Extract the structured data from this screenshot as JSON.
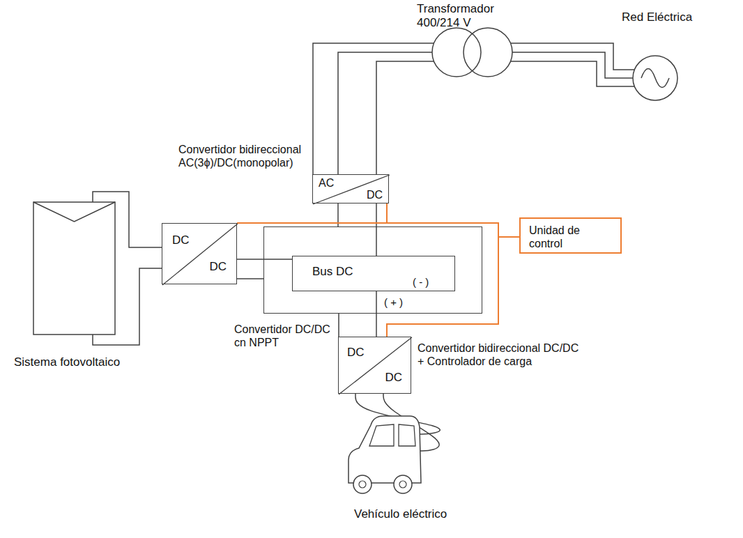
{
  "diagram": {
    "nodes": [
      {
        "text": [
          "Transformador 400/214 V"
        ]
      },
      {
        "text": [
          "Red Eléctrica"
        ]
      },
      {
        "text": [
          "Convertidor bidireccional AC(3ϕ)/DC(monopolar)",
          "AC",
          "DC"
        ]
      },
      {
        "text": [
          "Sistema fotovoltaico"
        ]
      },
      {
        "text": [
          "DC",
          "DC",
          "Convertidor DC/DC cn NPPT"
        ]
      },
      {
        "text": [
          "( + )"
        ]
      },
      {
        "text": [
          "Bus DC",
          "( - )"
        ],
        "in": 5
      },
      {
        "text": [
          "Unidad de control"
        ]
      },
      {
        "text": [
          "DC",
          "DC",
          "Convertidor bidireccional DC/DC + Controlador de carga"
        ]
      },
      {
        "text": [
          "Vehículo eléctrico"
        ]
      }
    ],
    "edges": [
      {
        "from": 0,
        "to": 1,
        "arrow": "none"
      },
      {
        "from": 0,
        "to": 2,
        "arrow": "none"
      },
      {
        "from": 3,
        "to": 4,
        "arrow": "none"
      },
      {
        "from": 4,
        "to": 6,
        "arrow": "none"
      },
      {
        "from": 4,
        "to": 5,
        "arrow": "none"
      },
      {
        "from": 2,
        "to": 5,
        "arrow": "none"
      },
      {
        "from": 2,
        "to": 6,
        "arrow": "none"
      },
      {
        "from": 5,
        "to": 8,
        "arrow": "none"
      },
      {
        "from": 6,
        "to": 8,
        "arrow": "none"
      },
      {
        "from": 8,
        "to": 9,
        "arrow": "none"
      },
      {
        "from": 7,
        "to": 4,
        "arrow": "none"
      },
      {
        "from": 7,
        "to": 2,
        "arrow": "none"
      },
      {
        "from": 7,
        "to": 8,
        "arrow": "none"
      }
    ]
  }
}
